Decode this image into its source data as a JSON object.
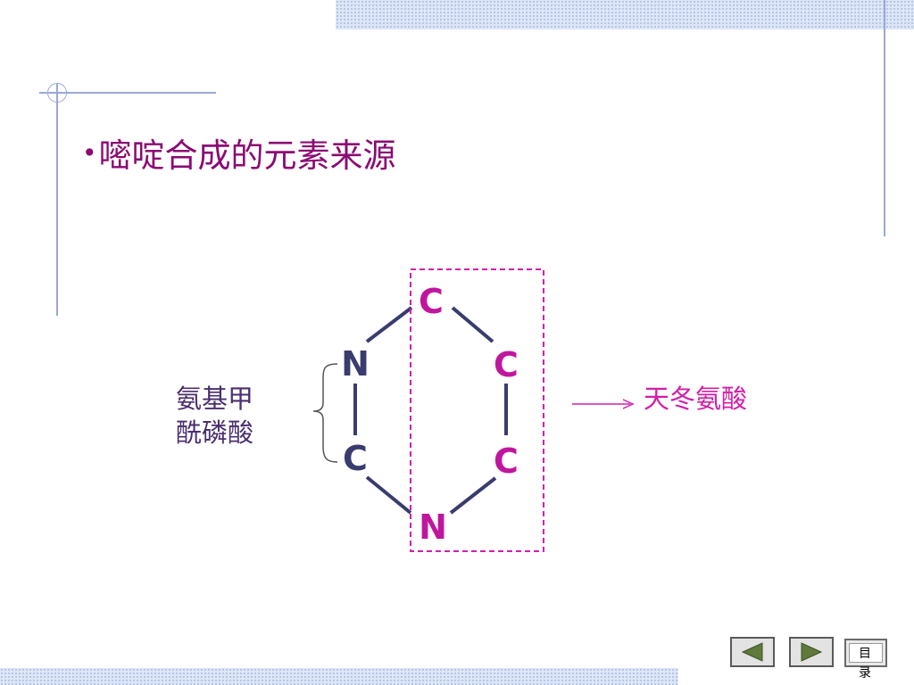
{
  "title": {
    "bullet": "•",
    "text": "嘧啶合成的元素来源"
  },
  "ring": {
    "atoms": [
      "C",
      "C",
      "C",
      "N",
      "C",
      "N"
    ],
    "atom_color": "#c0169e",
    "side_atom_color": "#3a3b6e",
    "bond_color": "#3a3b6e",
    "box_color": "#d01fb0"
  },
  "labels": {
    "left_line1": "氨基甲",
    "left_line2": "酰磷酸",
    "right": "天冬氨酸"
  },
  "colors": {
    "title": "#8b0a73",
    "right_label": "#d31da8",
    "left_label": "#4a2f6e",
    "decor_lines": "#9aa8d6"
  },
  "nav": {
    "prev_icon": "triangle-left-icon",
    "next_icon": "triangle-right-icon",
    "toc_label": "目 录"
  }
}
